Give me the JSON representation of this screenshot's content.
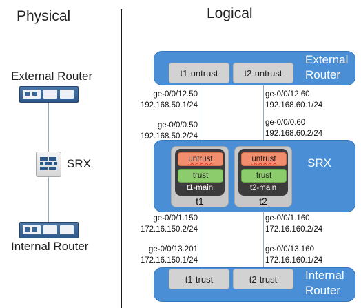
{
  "physical": {
    "title": "Physical",
    "external_router_label": "External Router",
    "srx_label": "SRX",
    "internal_router_label": "Internal Router"
  },
  "logical": {
    "title": "Logical",
    "external_router": {
      "label_line1": "External",
      "label_line2": "Router",
      "pills": [
        "t1-untrust",
        "t2-untrust"
      ]
    },
    "srx": {
      "label": "SRX",
      "tenants": [
        {
          "name": "t1",
          "vr": "t1-main",
          "zones": [
            "untrust",
            "trust"
          ]
        },
        {
          "name": "t2",
          "vr": "t2-main",
          "zones": [
            "untrust",
            "trust"
          ]
        }
      ]
    },
    "internal_router": {
      "label_line1": "Internal",
      "label_line2": "Router",
      "pills": [
        "t1-trust",
        "t2-trust"
      ]
    },
    "interfaces": {
      "ext_t1": {
        "name": "ge-0/0/12.50",
        "ip": "192.168.50.1/24"
      },
      "ext_t2": {
        "name": "ge-0/0/12.60",
        "ip": "192.168.60.1/24"
      },
      "srx_up_t1": {
        "name": "ge-0/0/0.50",
        "ip": "192.168.50.2/24"
      },
      "srx_up_t2": {
        "name": "ge-0/0/0.60",
        "ip": "192.168.60.2/24"
      },
      "srx_down_t1": {
        "name": "ge-0/0/1.150",
        "ip": "172.16.150.2/24"
      },
      "srx_down_t2": {
        "name": "ge-0/0/1.160",
        "ip": "172.16.160.2/24"
      },
      "int_t1": {
        "name": "ge-0/0/13.201",
        "ip": "172.16.150.1/24"
      },
      "int_t2": {
        "name": "ge-0/0/13.160",
        "ip": "172.16.160.1/24"
      }
    }
  },
  "colors": {
    "panel_blue": "#4a8fd6",
    "untrust_zone": "#f28e6d",
    "trust_zone": "#8dcc6c",
    "virtual_router": "#3b3b3b",
    "tenant_box": "#c7c7c7"
  }
}
